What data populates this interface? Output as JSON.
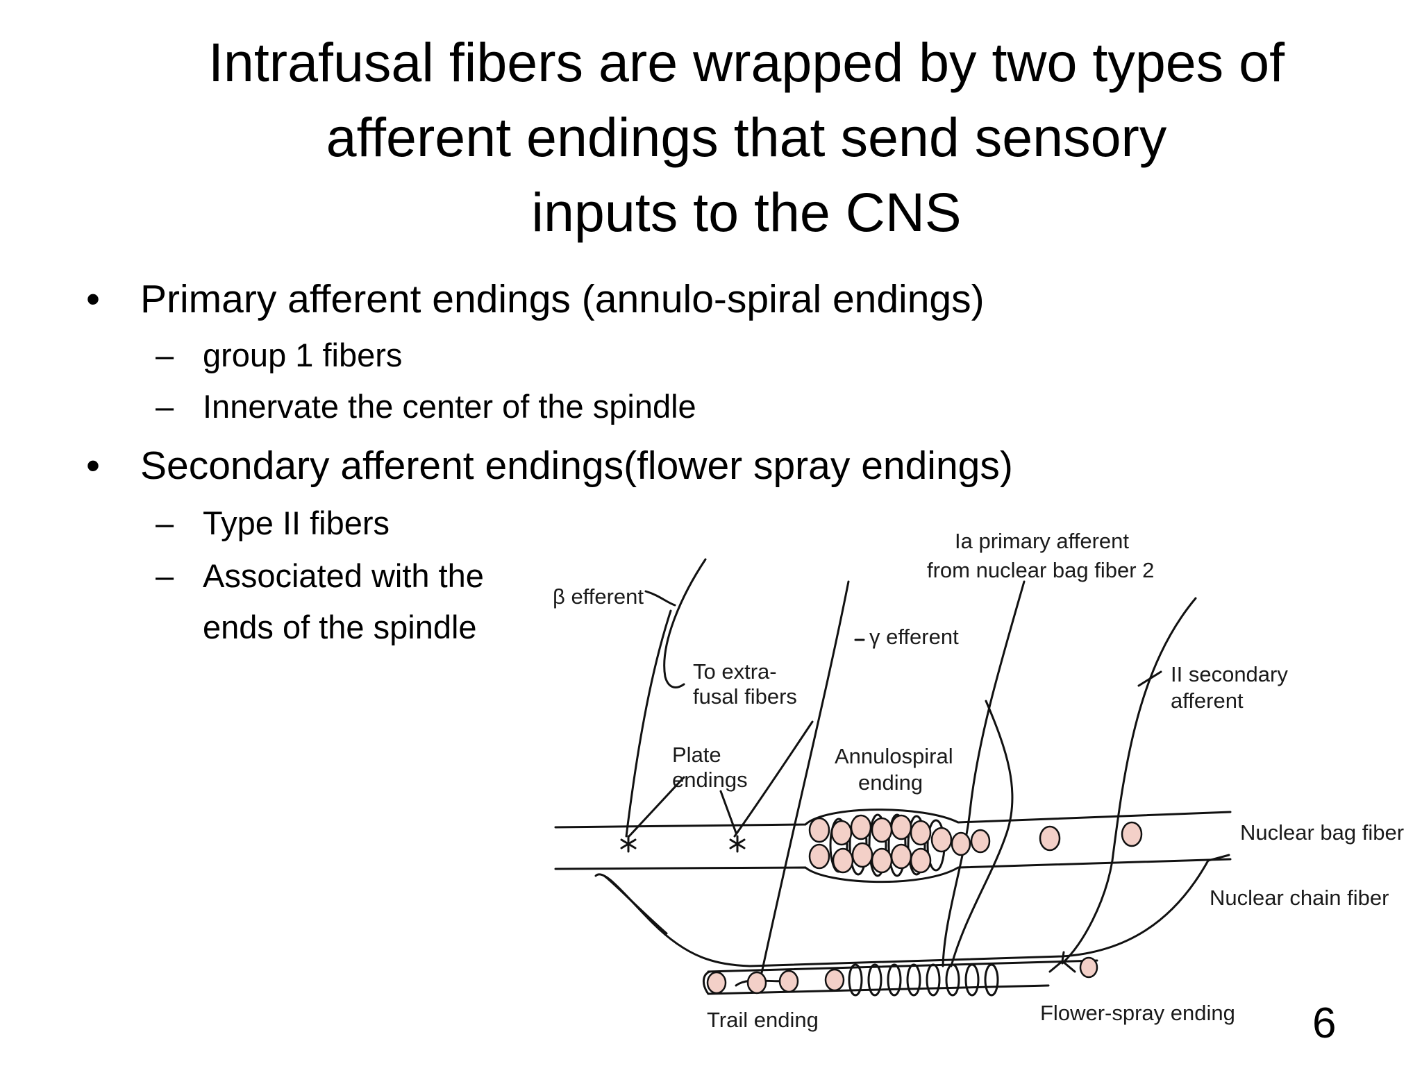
{
  "slide": {
    "title_lines": [
      "Intrafusal fibers are wrapped by two types of",
      "afferent endings that send sensory",
      "inputs to the CNS"
    ],
    "bullets": [
      {
        "text": "Primary afferent endings (annulo-spiral endings)",
        "subitems": [
          "group 1 fibers",
          "Innervate the center of the spindle"
        ]
      },
      {
        "text": "Secondary afferent endings(flower spray endings)",
        "subitems": [
          "Type II fibers",
          "Associated with the",
          "ends of the spindle"
        ]
      }
    ],
    "bullet_mark": "•",
    "sub_mark": "–",
    "page_number": "6"
  },
  "figure": {
    "labels": {
      "beta_efferent": "β efferent",
      "ia_line1": "Ia primary afferent",
      "ia_line2": "from nuclear bag fiber 2",
      "gamma_efferent": "γ efferent",
      "extrafusal_line1": "To extra-",
      "extrafusal_line2": "fusal fibers",
      "ii_line1": "II secondary",
      "ii_line2": "afferent",
      "plate_line1": "Plate",
      "plate_line2": "endings",
      "annulo_line1": "Annulospiral",
      "annulo_line2": "ending",
      "nuclear_bag": "Nuclear bag fiber",
      "nuclear_chain": "Nuclear chain fiber",
      "trail_ending": "Trail ending",
      "flower_spray": "Flower-spray ending"
    }
  }
}
